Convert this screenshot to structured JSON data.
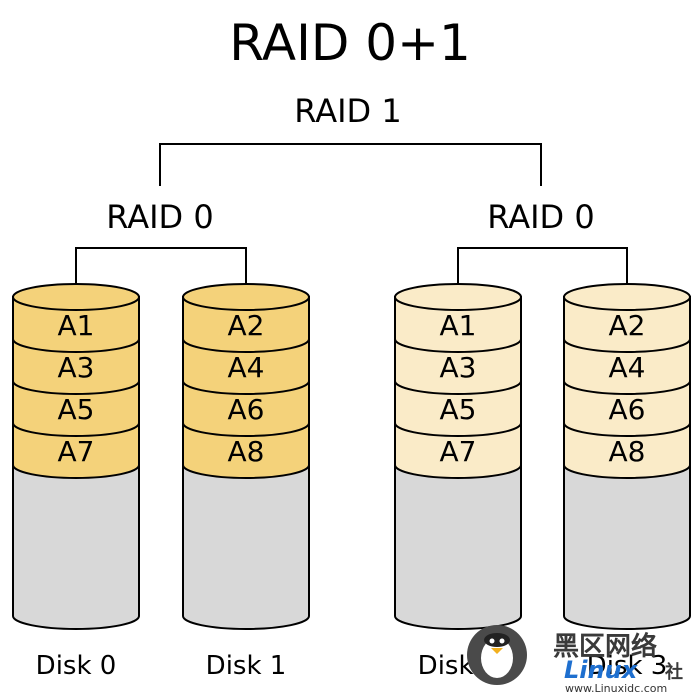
{
  "title": "RAID 0+1",
  "raid1_label": "RAID 1",
  "groups": [
    {
      "label": "RAID 0",
      "fill": "#F4D27A",
      "disks": [
        {
          "name": "Disk 0",
          "blocks": [
            "A1",
            "A3",
            "A5",
            "A7"
          ]
        },
        {
          "name": "Disk 1",
          "blocks": [
            "A2",
            "A4",
            "A6",
            "A8"
          ]
        }
      ]
    },
    {
      "label": "RAID 0",
      "fill": "#FAEBC8",
      "disks": [
        {
          "name": "Disk 2",
          "blocks": [
            "A1",
            "A3",
            "A5",
            "A7"
          ]
        },
        {
          "name": "Disk 3",
          "blocks": [
            "A2",
            "A4",
            "A6",
            "A8"
          ]
        }
      ]
    }
  ],
  "colors": {
    "empty_fill": "#D8D8D8",
    "stroke": "#000000",
    "watermark_blue": "#1E6FCF"
  },
  "watermark": {
    "cn": "黑区网络",
    "en": "Linux",
    "cn_small": "社",
    "url": "www.Linuxidc.com",
    "icon": "penguin-icon"
  }
}
